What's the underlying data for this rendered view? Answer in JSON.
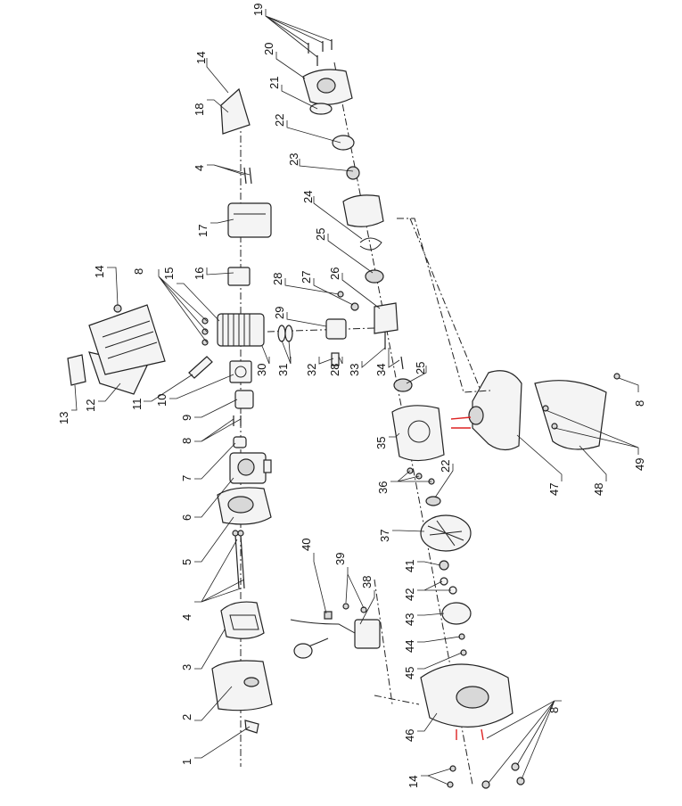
{
  "callouts": {
    "c1": "1",
    "c2": "2",
    "c3": "3",
    "c4a": "4",
    "c4b": "4",
    "c5": "5",
    "c6": "6",
    "c7": "7",
    "c8a": "8",
    "c8b": "8",
    "c8c": "8",
    "c8d": "8",
    "c9": "9",
    "c10": "10",
    "c11": "11",
    "c12": "12",
    "c13": "13",
    "c14a": "14",
    "c14b": "14",
    "c14c": "14",
    "c15": "15",
    "c16": "16",
    "c17": "17",
    "c18": "18",
    "c19": "19",
    "c20": "20",
    "c21": "21",
    "c22a": "22",
    "c22b": "22",
    "c23": "23",
    "c24": "24",
    "c25a": "25",
    "c25b": "25",
    "c26": "26",
    "c27": "27",
    "c28a": "28",
    "c28b": "28",
    "c29": "29",
    "c30": "30",
    "c31": "31",
    "c32": "32",
    "c33": "33",
    "c34": "34",
    "c35": "35",
    "c36": "36",
    "c37": "37",
    "c38": "38",
    "c39": "39",
    "c40": "40",
    "c41": "41",
    "c42": "42",
    "c43": "43",
    "c44": "44",
    "c45": "45",
    "c46": "46",
    "c47": "47",
    "c48": "48",
    "c49": "49"
  }
}
